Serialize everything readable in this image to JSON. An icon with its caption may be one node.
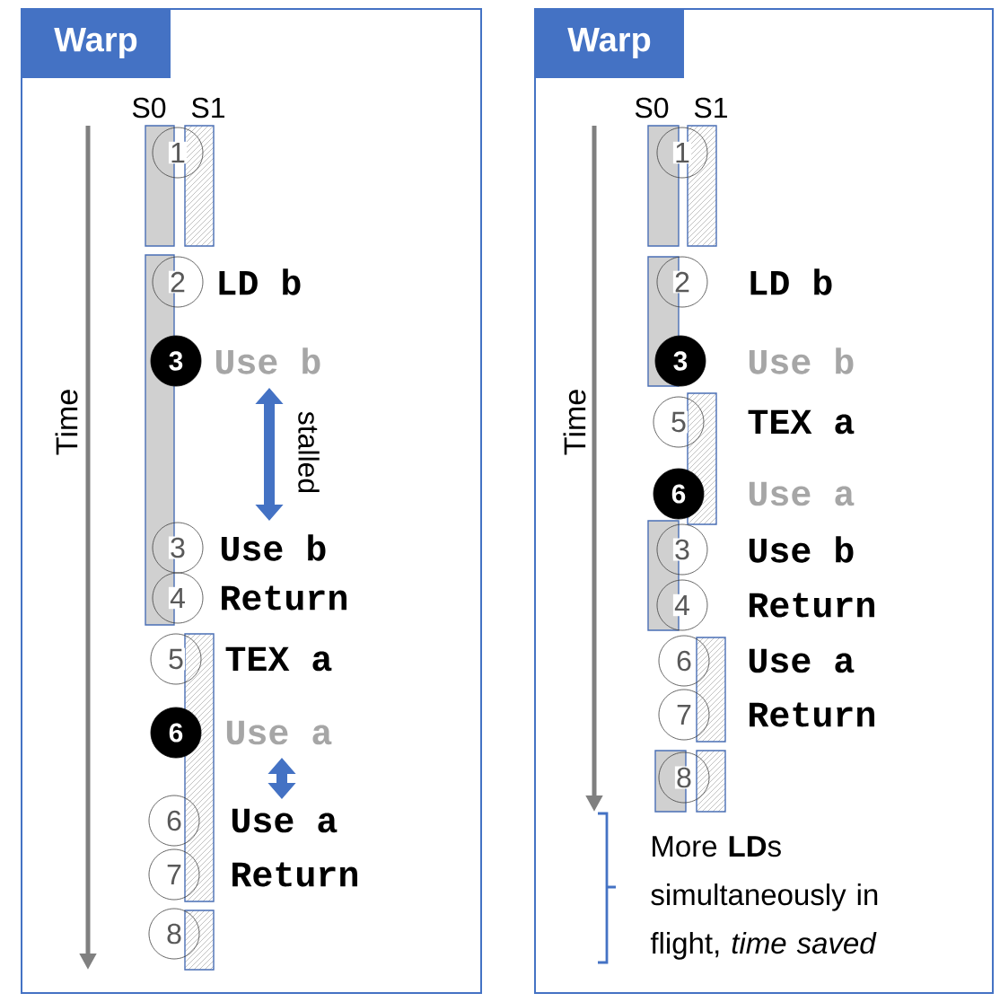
{
  "diagram": {
    "nodes": [
      {
        "text": [
          "Warp"
        ]
      },
      {
        "text": [
          "1"
        ],
        "in": 0
      },
      {
        "text": [
          "2"
        ],
        "in": 0,
        "beside": [
          "LD b"
        ]
      },
      {
        "text": [
          "3"
        ],
        "in": 0,
        "beside": [
          "Use b"
        ]
      },
      {
        "text": [
          "3"
        ],
        "in": 0,
        "beside": [
          "Use b"
        ]
      },
      {
        "text": [
          "4"
        ],
        "in": 0,
        "beside": [
          "Return"
        ]
      },
      {
        "text": [
          "5"
        ],
        "in": 0,
        "beside": [
          "TEX a"
        ]
      },
      {
        "text": [
          "6"
        ],
        "in": 0,
        "beside": [
          "Use a"
        ]
      },
      {
        "text": [
          "6"
        ],
        "in": 0,
        "beside": [
          "Use a"
        ]
      },
      {
        "text": [
          "7"
        ],
        "in": 0,
        "beside": [
          "Return"
        ]
      },
      {
        "text": [
          "8"
        ],
        "in": 0
      },
      {
        "text": [
          "Warp"
        ]
      },
      {
        "text": [
          "1"
        ],
        "in": 11
      },
      {
        "text": [
          "2"
        ],
        "in": 11,
        "beside": [
          "LD b"
        ]
      },
      {
        "text": [
          "3"
        ],
        "in": 11,
        "beside": [
          "Use b"
        ]
      },
      {
        "text": [
          "5"
        ],
        "in": 11,
        "beside": [
          "TEX a"
        ]
      },
      {
        "text": [
          "6"
        ],
        "in": 11,
        "beside": [
          "Use a"
        ]
      },
      {
        "text": [
          "3"
        ],
        "in": 11,
        "beside": [
          "Use b"
        ]
      },
      {
        "text": [
          "4"
        ],
        "in": 11,
        "beside": [
          "Return"
        ]
      },
      {
        "text": [
          "6"
        ],
        "in": 11,
        "beside": [
          "Use a"
        ]
      },
      {
        "text": [
          "7"
        ],
        "in": 11,
        "beside": [
          "Return"
        ]
      },
      {
        "text": [
          "8"
        ],
        "in": 11
      }
    ],
    "edges": [],
    "labels": [
      "S0",
      "S1",
      "Time",
      "stalled",
      "S0",
      "S1",
      "Time",
      "More **LD**s simultaneously in flight, *time saved*"
    ]
  }
}
